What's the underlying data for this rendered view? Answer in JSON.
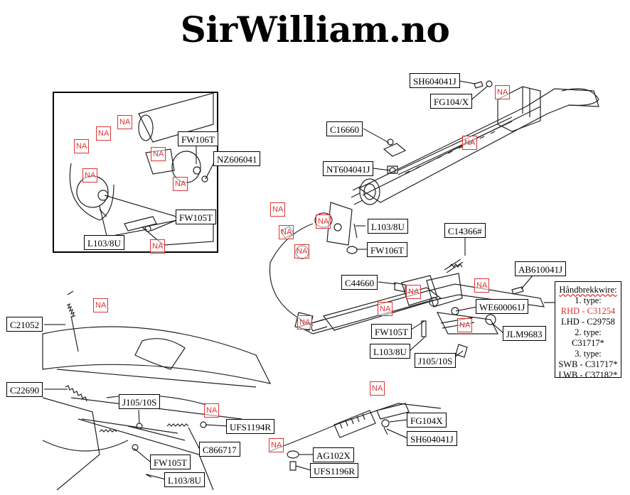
{
  "title": "SirWilliam.no",
  "labels": {
    "sh604041j_top": "SH604041J",
    "fg104x_top": "FG104/X",
    "c16660": "C16660",
    "nt604041j": "NT604041J",
    "l103_8u_mid": "L103/8U",
    "fw106t_mid": "FW106T",
    "c14366": "C14366#",
    "ab610041j": "AB610041J",
    "c44660": "C44660",
    "we600061j": "WE600061J",
    "fw105t_mid": "FW105T",
    "jlm9683": "JLM9683",
    "l103_8u_mid2": "L103/8U",
    "j105_10s_mid": "J105/10S",
    "fw106t_inset": "FW106T",
    "nz606041": "NZ606041",
    "fw105t_inset": "FW105T",
    "l103_8u_inset": "L103/8U",
    "c21052": "C21052",
    "c22690": "C22690",
    "j105_10s_low": "J105/10S",
    "ufs1194r": "UFS1194R",
    "c866717": "C866717",
    "fw105t_low": "FW105T",
    "l103_8u_low": "L103/8U",
    "fg104x_low": "FG104X",
    "sh604041j_low": "SH604041J",
    "ag102x": "AG102X",
    "ufs1196r": "UFS1196R"
  },
  "na_text": "NA",
  "legend": {
    "heading": "Håndbrekkwire:",
    "lines": [
      "1. type:",
      "RHD - C31254",
      "LHD - C29758",
      "2. type:",
      "C31717*",
      "3. type:",
      "SWB - C31717*",
      "LWB - C37182*"
    ]
  },
  "colors": {
    "na": "#dd3333",
    "rhd": "#dd3333"
  }
}
